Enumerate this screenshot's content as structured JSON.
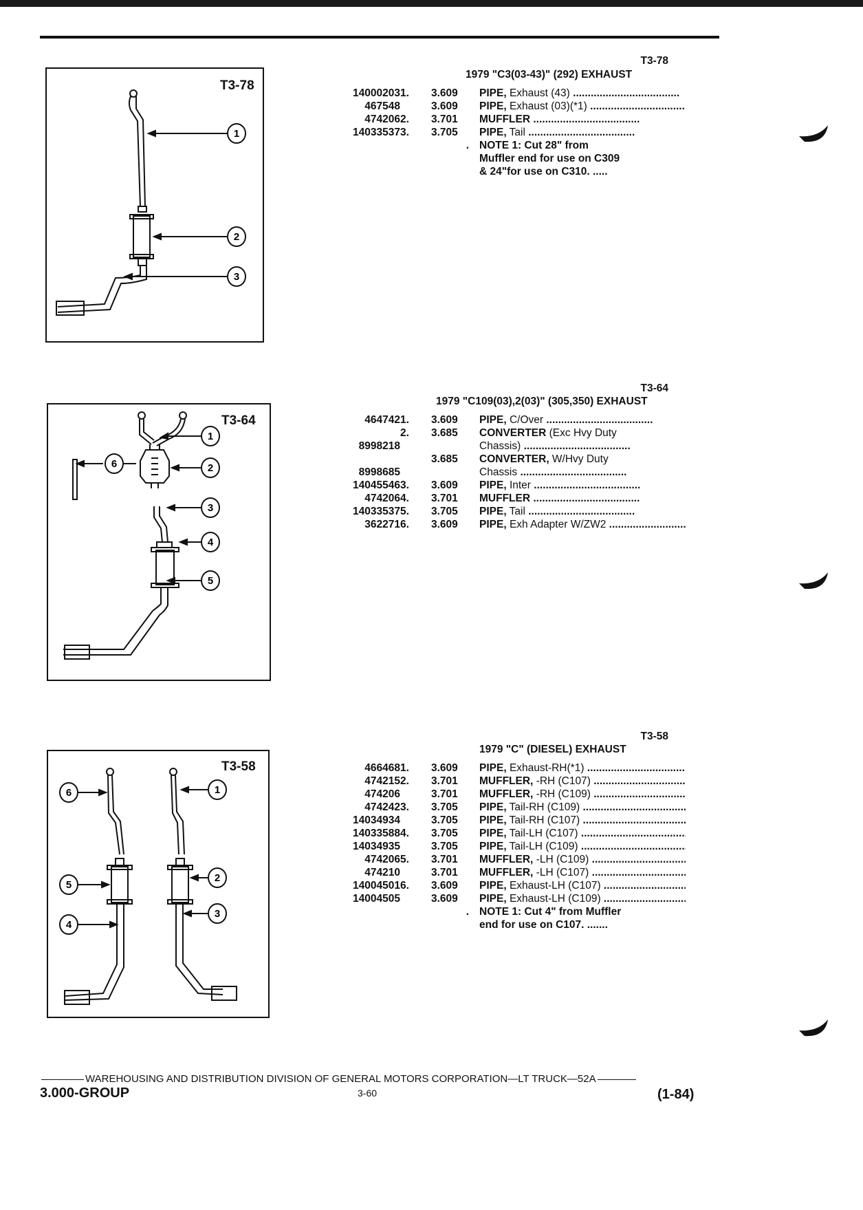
{
  "sections": [
    {
      "code": "T3-78",
      "title": "1979 \"C3(03-43)\" (292) EXHAUST",
      "figure_label": "T3-78",
      "callouts": [
        "1",
        "2",
        "3"
      ],
      "rows": [
        {
          "item": "1.",
          "code": "3.609",
          "name": "PIPE,",
          "mod": " Exhaust (43)",
          "part": "14000203"
        },
        {
          "item": "",
          "code": "3.609",
          "name": "PIPE,",
          "mod": " Exhaust (03)(*1)",
          "part": "467548"
        },
        {
          "item": "2.",
          "code": "3.701",
          "name": "MUFFLER",
          "mod": "",
          "part": "474206"
        },
        {
          "item": "3.",
          "code": "3.705",
          "name": "PIPE,",
          "mod": " Tail",
          "part": "14033537"
        },
        {
          "item": "",
          "code": "",
          "lead": ".",
          "name": "NOTE 1: Cut 28\" from",
          "mod": "",
          "part": ""
        },
        {
          "item": "",
          "code": "",
          "name": "Muffler end for use on C309",
          "mod": "",
          "part": ""
        },
        {
          "item": "",
          "code": "",
          "name": "& 24\"for use on C310. .....",
          "mod": "",
          "part": ""
        }
      ]
    },
    {
      "code": "T3-64",
      "title": "1979 \"C109(03),2(03)\" (305,350) EXHAUST",
      "figure_label": "T3-64",
      "callouts": [
        "1",
        "2",
        "3",
        "4",
        "5",
        "6"
      ],
      "rows": [
        {
          "item": "1.",
          "code": "3.609",
          "name": "PIPE,",
          "mod": " C/Over",
          "part": "464742"
        },
        {
          "item": "2.",
          "code": "3.685",
          "name": "CONVERTER",
          "mod": " (Exc Hvy Duty",
          "part": ""
        },
        {
          "item": "",
          "code": "",
          "name": "",
          "mod": "Chassis)",
          "part": "8998218"
        },
        {
          "item": "",
          "code": "3.685",
          "name": "CONVERTER,",
          "mod": " W/Hvy Duty",
          "part": ""
        },
        {
          "item": "",
          "code": "",
          "name": "",
          "mod": "Chassis",
          "part": "8998685"
        },
        {
          "item": "3.",
          "code": "3.609",
          "name": "PIPE,",
          "mod": " Inter",
          "part": "14045546"
        },
        {
          "item": "4.",
          "code": "3.701",
          "name": "MUFFLER",
          "mod": "",
          "part": "474206"
        },
        {
          "item": "5.",
          "code": "3.705",
          "name": "PIPE,",
          "mod": " Tail",
          "part": "14033537"
        },
        {
          "item": "6.",
          "code": "3.609",
          "name": "PIPE,",
          "mod": " Exh Adapter W/ZW2",
          "part": "362271"
        }
      ]
    },
    {
      "code": "T3-58",
      "title": "1979 \"C\" (DIESEL) EXHAUST",
      "figure_label": "T3-58",
      "callouts": [
        "1",
        "2",
        "3",
        "4",
        "5",
        "6"
      ],
      "rows": [
        {
          "item": "1.",
          "code": "3.609",
          "name": "PIPE,",
          "mod": " Exhaust-RH(*1)",
          "part": "466468"
        },
        {
          "item": "2.",
          "code": "3.701",
          "name": "MUFFLER,",
          "mod": " -RH (C107)",
          "part": "474215"
        },
        {
          "item": "",
          "code": "3.701",
          "name": "MUFFLER,",
          "mod": " -RH (C109)",
          "part": "474206"
        },
        {
          "item": "3.",
          "code": "3.705",
          "name": "PIPE,",
          "mod": " Tail-RH (C109)",
          "part": "474242"
        },
        {
          "item": "",
          "code": "3.705",
          "name": "PIPE,",
          "mod": " Tail-RH (C107)",
          "part": "14034934"
        },
        {
          "item": "4.",
          "code": "3.705",
          "name": "PIPE,",
          "mod": " Tail-LH (C107)",
          "part": "14033588"
        },
        {
          "item": "",
          "code": "3.705",
          "name": "PIPE,",
          "mod": " Tail-LH (C109)",
          "part": "14034935"
        },
        {
          "item": "5.",
          "code": "3.701",
          "name": "MUFFLER,",
          "mod": " -LH (C109)",
          "part": "474206"
        },
        {
          "item": "",
          "code": "3.701",
          "name": "MUFFLER,",
          "mod": " -LH (C107)",
          "part": "474210"
        },
        {
          "item": "6.",
          "code": "3.609",
          "name": "PIPE,",
          "mod": " Exhaust-LH (C107)",
          "part": "14004501"
        },
        {
          "item": "",
          "code": "3.609",
          "name": "PIPE,",
          "mod": " Exhaust-LH (C109)",
          "part": "14004505"
        },
        {
          "item": "",
          "code": "",
          "lead": ".",
          "name": "NOTE 1: Cut 4\" from Muffler",
          "mod": "",
          "part": ""
        },
        {
          "item": "",
          "code": "",
          "name": "end for use on C107. .......",
          "mod": "",
          "part": ""
        }
      ]
    }
  ],
  "footer": {
    "division": "WAREHOUSING AND DISTRIBUTION  DIVISION OF GENERAL MOTORS CORPORATION—LT TRUCK—52A",
    "group": "3.000-GROUP",
    "page": "3-60",
    "date": "(1-84)"
  }
}
